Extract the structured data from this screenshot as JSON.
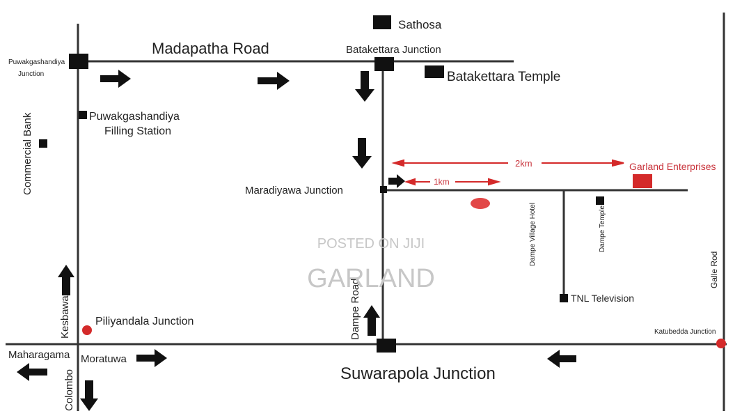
{
  "roads": {
    "madapatha": "Madapatha Road",
    "dampe": "Dampe Road",
    "galle": "Galle Rod",
    "kesbawa": "Kesbawa",
    "colombo": "Colombo"
  },
  "places": {
    "puwakgashandiya_junction_line1": "Puwakgashandiya",
    "puwakgashandiya_junction_line2": "Junction",
    "sathosa": "Sathosa",
    "batakettara_junction": "Batakettara Junction",
    "batakettara_temple": "Batakettara Temple",
    "filling_station_line1": "Puwakgashandiya",
    "filling_station_line2": "Filling Station",
    "commercial_bank": "Commercial Bank",
    "madiyawa_junction": "Maradiyawa Junction",
    "garland_enterprises": "Garland Enterprises",
    "dampe_village_hotel": "Dampe Village Hotel",
    "dampe_temple": "Dampe Temple",
    "tnl_television": "TNL Television",
    "piliyandala_junction": "Piliyandala Junction",
    "katubedda_junction": "Katubedda Junction",
    "maharagama": "Maharagama",
    "moratuwa": "Moratuwa",
    "suwarapola_junction": "Suwarapola Junction"
  },
  "distances": {
    "two_km": "2km",
    "one_km": "1km"
  },
  "watermark": {
    "posted": "POSTED ON JIJI",
    "brand": "GARLAND"
  },
  "colors": {
    "road": "#333333",
    "marker": "#111111",
    "highlight": "#d42a2a",
    "highlight_text": "#c8323a",
    "watermark": "#c7c7c7"
  }
}
